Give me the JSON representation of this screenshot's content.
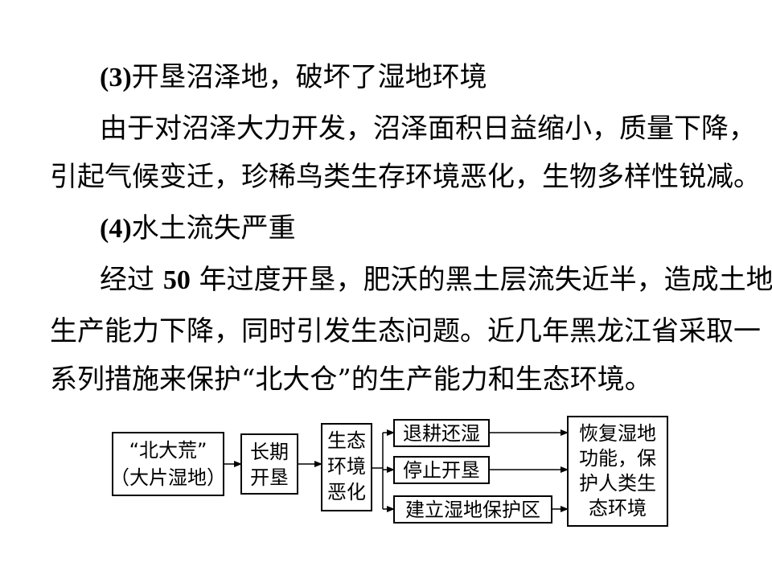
{
  "section3": {
    "number": "(3)",
    "title": "开垦沼泽地，破坏了湿地环境",
    "para_line1": "由于对沼泽大力开发，沼泽面积日益缩小，质量下降，",
    "para_line2": "引起气候变迁，珍稀鸟类生存环境恶化，生物多样性锐减。"
  },
  "section4": {
    "number": "(4)",
    "title": "水土流失严重",
    "para_line1_a": "经过 ",
    "para_line1_num": "50",
    "para_line1_b": " 年过度开垦，肥沃的黑土层流失近半，造成土地",
    "para_line2": "生产能力下降，同时引发生态问题。近几年黑龙江省采取一",
    "para_line3": "系列措施来保护“北大仓”的生产能力和生态环境。"
  },
  "diagram": {
    "box1_line1": "“北大荒”",
    "box1_line2": "（大片湿地）",
    "box2_line1": "长期",
    "box2_line2": "开垦",
    "box3_line1": "生态",
    "box3_line2": "环境",
    "box3_line3": "恶化",
    "measure1": "退耕还湿",
    "measure2": "停止开垦",
    "measure3": "建立湿地保护区",
    "result_line1": "恢复湿地",
    "result_line2": "功能，保",
    "result_line3": "护人类生",
    "result_line4": "态环境"
  }
}
